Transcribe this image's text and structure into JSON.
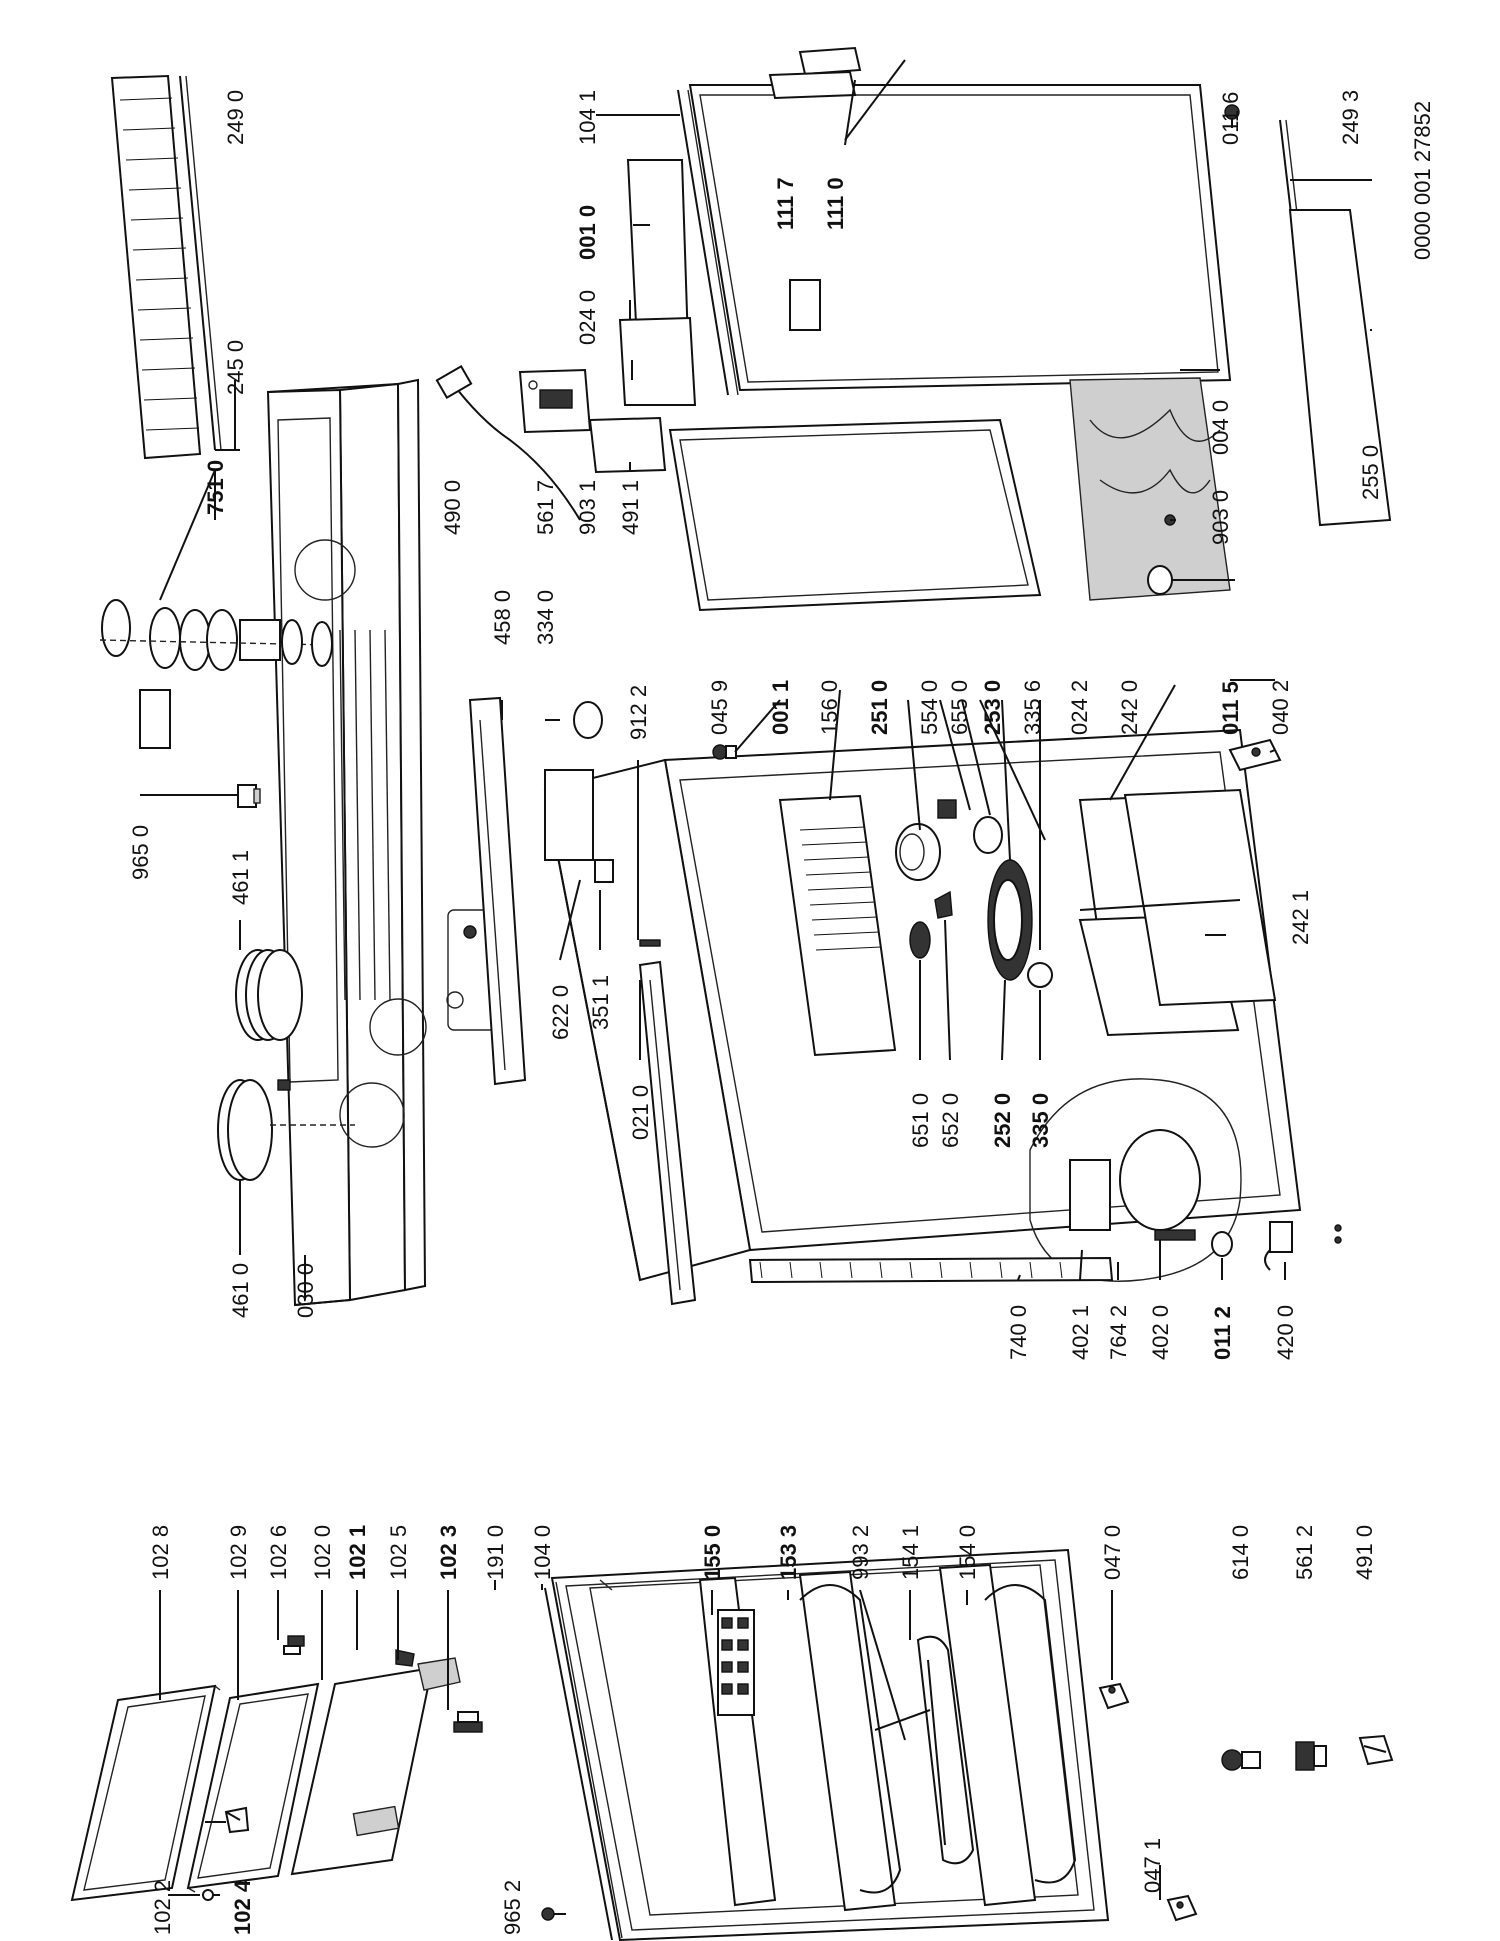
{
  "diagram_code": "0000 001 27852",
  "labels": [
    {
      "id": "l_1028",
      "text": "102 8",
      "bold": false
    },
    {
      "id": "l_1029",
      "text": "102 9",
      "bold": false
    },
    {
      "id": "l_1026",
      "text": "102 6",
      "bold": false
    },
    {
      "id": "l_1020",
      "text": "102 0",
      "bold": false
    },
    {
      "id": "l_1021",
      "text": "102 1",
      "bold": true
    },
    {
      "id": "l_1025",
      "text": "102 5",
      "bold": false
    },
    {
      "id": "l_1023",
      "text": "102 3",
      "bold": true
    },
    {
      "id": "l_1910",
      "text": "191 0",
      "bold": false
    },
    {
      "id": "l_1040",
      "text": "104 0",
      "bold": false
    },
    {
      "id": "l_1550",
      "text": "155 0",
      "bold": true
    },
    {
      "id": "l_1533",
      "text": "153 3",
      "bold": true
    },
    {
      "id": "l_9932",
      "text": "993 2",
      "bold": false
    },
    {
      "id": "l_1541",
      "text": "154 1",
      "bold": false
    },
    {
      "id": "l_1540",
      "text": "154 0",
      "bold": false
    },
    {
      "id": "l_0470",
      "text": "047 0",
      "bold": false
    },
    {
      "id": "l_6140",
      "text": "614 0",
      "bold": false
    },
    {
      "id": "l_5612",
      "text": "561 2",
      "bold": false
    },
    {
      "id": "l_4910",
      "text": "491 0",
      "bold": false
    },
    {
      "id": "l_1022",
      "text": "102 2",
      "bold": false
    },
    {
      "id": "l_1024",
      "text": "102 4",
      "bold": true
    },
    {
      "id": "l_9652",
      "text": "965 2",
      "bold": false
    },
    {
      "id": "l_0471",
      "text": "047 1",
      "bold": false
    },
    {
      "id": "l_4610",
      "text": "461 0",
      "bold": false
    },
    {
      "id": "l_0300",
      "text": "030 0",
      "bold": false
    },
    {
      "id": "l_9650",
      "text": "965 0",
      "bold": false
    },
    {
      "id": "l_4611",
      "text": "461 1",
      "bold": false
    },
    {
      "id": "l_7510",
      "text": "751 0",
      "bold": true
    },
    {
      "id": "l_2450",
      "text": "245 0",
      "bold": false
    },
    {
      "id": "l_2490",
      "text": "249 0",
      "bold": false
    },
    {
      "id": "l_4900",
      "text": "490 0",
      "bold": false
    },
    {
      "id": "l_4580",
      "text": "458 0",
      "bold": false
    },
    {
      "id": "l_3340",
      "text": "334 0",
      "bold": false
    },
    {
      "id": "l_6220",
      "text": "622 0",
      "bold": false
    },
    {
      "id": "l_3511",
      "text": "351 1",
      "bold": false
    },
    {
      "id": "l_9122",
      "text": "912 2",
      "bold": false
    },
    {
      "id": "l_0210",
      "text": "021 0",
      "bold": false
    },
    {
      "id": "l_5617",
      "text": "561 7",
      "bold": false
    },
    {
      "id": "l_9031",
      "text": "903 1",
      "bold": false
    },
    {
      "id": "l_4911",
      "text": "491 1",
      "bold": false
    },
    {
      "id": "l_0240",
      "text": "024 0",
      "bold": false
    },
    {
      "id": "l_0010",
      "text": "001 0",
      "bold": true
    },
    {
      "id": "l_1041",
      "text": "104 1",
      "bold": false
    },
    {
      "id": "l_1117",
      "text": "111 7",
      "bold": true
    },
    {
      "id": "l_1110",
      "text": "111 0",
      "bold": true
    },
    {
      "id": "l_0116",
      "text": "011 6",
      "bold": false
    },
    {
      "id": "l_2493",
      "text": "249 3",
      "bold": false
    },
    {
      "id": "l_0040",
      "text": "004 0",
      "bold": false
    },
    {
      "id": "l_2550",
      "text": "255 0",
      "bold": false
    },
    {
      "id": "l_9030",
      "text": "903 0",
      "bold": false
    },
    {
      "id": "l_0011",
      "text": "001 1",
      "bold": true
    },
    {
      "id": "l_0459",
      "text": "045 9",
      "bold": false
    },
    {
      "id": "l_1560",
      "text": "156 0",
      "bold": false
    },
    {
      "id": "l_2510",
      "text": "251 0",
      "bold": true
    },
    {
      "id": "l_5540",
      "text": "554 0",
      "bold": false
    },
    {
      "id": "l_6550",
      "text": "655 0",
      "bold": false
    },
    {
      "id": "l_2530",
      "text": "253 0",
      "bold": true
    },
    {
      "id": "l_3356",
      "text": "335 6",
      "bold": false
    },
    {
      "id": "l_0242",
      "text": "024 2",
      "bold": false
    },
    {
      "id": "l_2420",
      "text": "242 0",
      "bold": false
    },
    {
      "id": "l_0115",
      "text": "011 5",
      "bold": true
    },
    {
      "id": "l_0402",
      "text": "040 2",
      "bold": false
    },
    {
      "id": "l_2421",
      "text": "242 1",
      "bold": false
    },
    {
      "id": "l_6510",
      "text": "651 0",
      "bold": false
    },
    {
      "id": "l_6520",
      "text": "652 0",
      "bold": false
    },
    {
      "id": "l_2520",
      "text": "252 0",
      "bold": true
    },
    {
      "id": "l_3350",
      "text": "335 0",
      "bold": true
    },
    {
      "id": "l_7400",
      "text": "740 0",
      "bold": false
    },
    {
      "id": "l_4021",
      "text": "402 1",
      "bold": false
    },
    {
      "id": "l_7642",
      "text": "764 2",
      "bold": false
    },
    {
      "id": "l_4020",
      "text": "402 0",
      "bold": false
    },
    {
      "id": "l_0112",
      "text": "011 2",
      "bold": true
    },
    {
      "id": "l_4200",
      "text": "420 0",
      "bold": false
    }
  ]
}
